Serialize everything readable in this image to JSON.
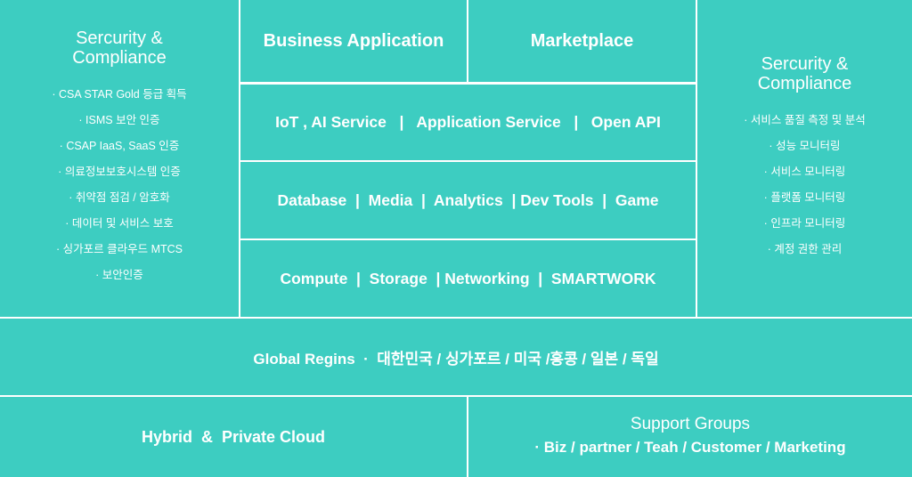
{
  "left_panel": {
    "title_line1": "Sercurity &",
    "title_line2": "Compliance",
    "items": [
      "CSA STAR Gold 등급 획득",
      "ISMS 보안 인증",
      "CSAP IaaS, SaaS 인증",
      "의료정보보호시스템 인증",
      "취약점 점검 / 암호화",
      "데이터 및 서비스 보호",
      "싱가포르 클라우드 MTCS",
      "보안인증"
    ]
  },
  "right_panel": {
    "title_line1": "Sercurity &",
    "title_line2": "Compliance",
    "items": [
      "서비스 품질 측정 및 분석",
      "성능 모니터링",
      "서비스 모니터링",
      "플랫폼 모니터링",
      "인프라 모니터링",
      "계정 권한 관리"
    ]
  },
  "top_row": {
    "business_application": "Business Application",
    "marketplace": "Marketplace"
  },
  "layers": {
    "ai_services": "IoT , AI Service   |   Application Service   |   Open API",
    "data_services": "Database  |  Media  |  Analytics  | Dev Tools  |  Game",
    "infrastructure": "Compute  |  Storage  | Networking  |  SMARTWORK"
  },
  "global_regions": "Global Regins  ·  대한민국 / 싱가포르 / 미국 /홍콩 / 일본 / 독일",
  "hybrid_cloud": "Hybrid  &  Private Cloud",
  "support_groups": {
    "title": "Support Groups",
    "line": "· Biz / partner / Teah / Customer / Marketing"
  },
  "colors": {
    "panel": "#3dcdc1",
    "text": "#ffffff",
    "divider": "#ffffff"
  }
}
